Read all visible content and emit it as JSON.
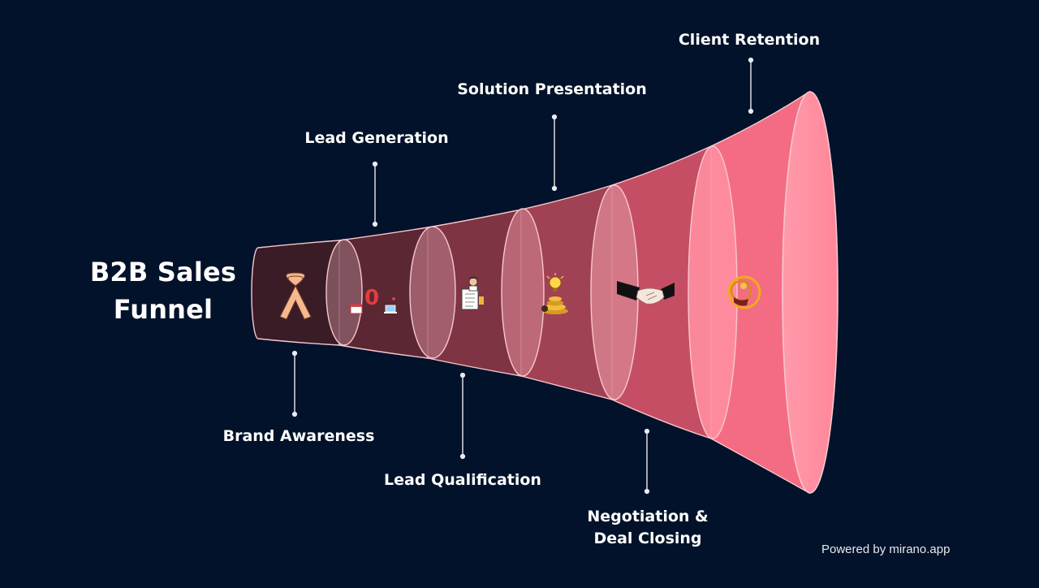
{
  "title": {
    "line1": "B2B Sales",
    "line2": "Funnel"
  },
  "stages": [
    {
      "label": "Brand Awareness",
      "icon": "awareness-ribbon-icon",
      "color": "#3a1c26"
    },
    {
      "label": "Lead Generation",
      "icon": "lead-generation-icon",
      "color": "#5a2733"
    },
    {
      "label": "Lead Qualification",
      "icon": "checklist-person-icon",
      "color": "#7e3443"
    },
    {
      "label": "Solution Presentation",
      "icon": "lightbulb-coins-icon",
      "color": "#a04253"
    },
    {
      "label": "Negotiation & Deal Closing",
      "label_lines": [
        "Negotiation &",
        "Deal Closing"
      ],
      "icon": "handshake-icon",
      "color": "#c64e64"
    },
    {
      "label": "Client Retention",
      "icon": "retention-ring-icon",
      "color": "#f46c83"
    }
  ],
  "footer": {
    "powered_by": "Powered by mirano.app"
  },
  "colors": {
    "background": "#02122a",
    "text": "#ffffff",
    "funnel_light": "#ff8fa0"
  }
}
